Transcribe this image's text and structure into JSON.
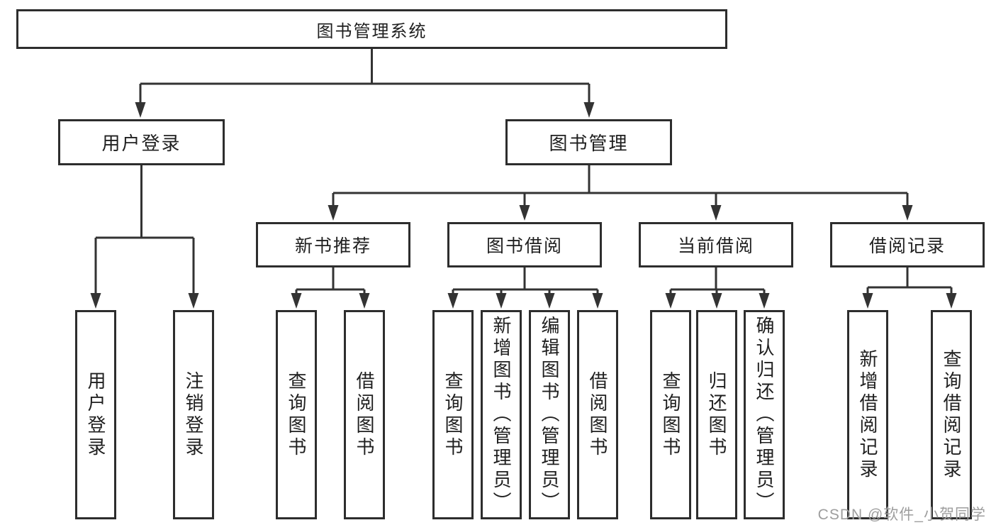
{
  "tree": {
    "root": "图书管理系统",
    "branches": [
      {
        "label": "用户登录",
        "leaves": [
          "用户登录",
          "注销登录"
        ]
      },
      {
        "label": "图书管理",
        "groups": [
          {
            "label": "新书推荐",
            "leaves": [
              "查询图书",
              "借阅图书"
            ]
          },
          {
            "label": "图书借阅",
            "leaves": [
              "查询图书",
              "新增图书（管理员）",
              "编辑图书（管理员）",
              "借阅图书"
            ]
          },
          {
            "label": "当前借阅",
            "leaves": [
              "查询图书",
              "归还图书",
              "确认归还（管理员）"
            ]
          },
          {
            "label": "借阅记录",
            "leaves": [
              "新增借阅记录",
              "查询借阅记录"
            ]
          }
        ]
      }
    ]
  },
  "watermark": {
    "text": "CSDN @软件_小贺同学"
  },
  "colors": {
    "line": "#333333",
    "box_border": "#2d2d2d",
    "text": "#1f1f1f",
    "watermark": "#9e9e9e",
    "background": "#ffffff"
  }
}
